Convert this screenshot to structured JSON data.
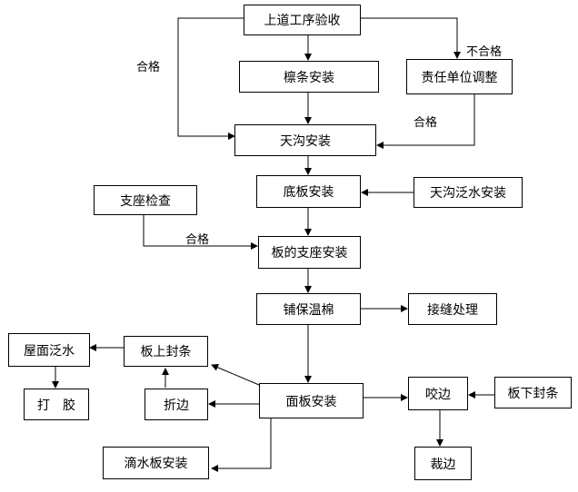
{
  "nodes": {
    "prev_inspection": "上道工序验收",
    "purlin": "檩条安装",
    "responsible_adjust": "责任单位调整",
    "gutter": "天沟安装",
    "base_plate": "底板安装",
    "gutter_flashing": "天沟泛水安装",
    "support_check": "支座检查",
    "plate_support": "板的支座安装",
    "insulation": "铺保温棉",
    "seam": "接缝处理",
    "roof_flashing": "屋面泛水",
    "top_seal": "板上封条",
    "glue": "打　胶",
    "fold": "折边",
    "panel": "面板安装",
    "bite": "咬边",
    "bottom_seal": "板下封条",
    "drip": "滴水板安装",
    "trim": "裁边"
  },
  "labels": {
    "pass_left": "合格",
    "fail": "不合格",
    "pass_right": "合格",
    "pass_support": "合格"
  }
}
